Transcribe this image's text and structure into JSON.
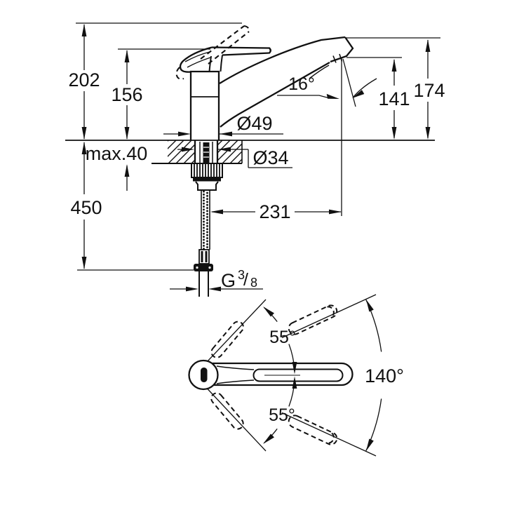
{
  "drawing": {
    "type": "technical-dimension-drawing",
    "subject": "single-lever kitchen faucet, side elevation and plan view of handle/spout swivel range",
    "colors": {
      "line": "#111111",
      "background": "#ffffff"
    },
    "dims": {
      "h202": "202",
      "h156": "156",
      "deck_max": "max.40",
      "h450": "450",
      "reach231": "231",
      "dia_base": "Ø49",
      "dia_shank": "Ø34",
      "spout_angle": "16°",
      "h141": "141",
      "h174": "174",
      "swivel_total": "140°",
      "swing_upper": "55°",
      "swing_lower": "55°"
    },
    "thread": {
      "g": "G",
      "num": "3",
      "slash": "/",
      "den": "8"
    }
  }
}
